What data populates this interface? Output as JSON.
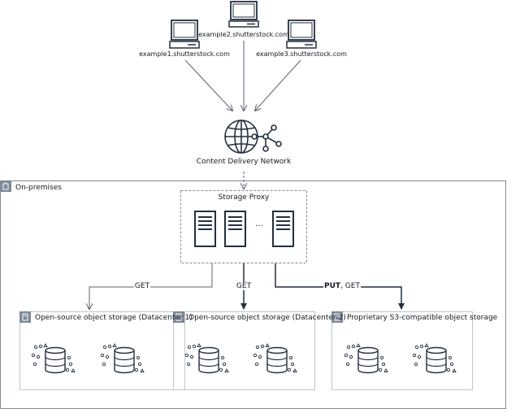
{
  "clients": [
    {
      "label": "example1.shutterstock.com",
      "icon": "desktop-computer-icon"
    },
    {
      "label": "example2.shutterstock.com",
      "icon": "desktop-computer-icon"
    },
    {
      "label": "example3.shutterstock.com",
      "icon": "desktop-computer-icon"
    }
  ],
  "cdn": {
    "label": "Content Delivery Network",
    "icon": "globe-network-icon"
  },
  "on_prem": {
    "label": "On-premises",
    "icon": "building-icon"
  },
  "proxy": {
    "label": "Storage Proxy",
    "ellipsis": "...",
    "icon": "server-icon"
  },
  "storages": [
    {
      "label": "Open-source object storage (Datacenter 1)",
      "icon": "server-group-icon"
    },
    {
      "label": "Open-source object storage (Datacenter 2)",
      "icon": "server-group-icon"
    },
    {
      "label": "Proprietary S3-compatible object storage",
      "icon": "server-group-icon"
    }
  ],
  "edges": {
    "get_left": "GET",
    "get_middle": "GET",
    "put": "PUT",
    "get_right": ", GET"
  },
  "colors": {
    "line": "#5a6270",
    "dark": "#232f3e",
    "boundary": "#7d8998",
    "group": "#bfc5cd"
  }
}
